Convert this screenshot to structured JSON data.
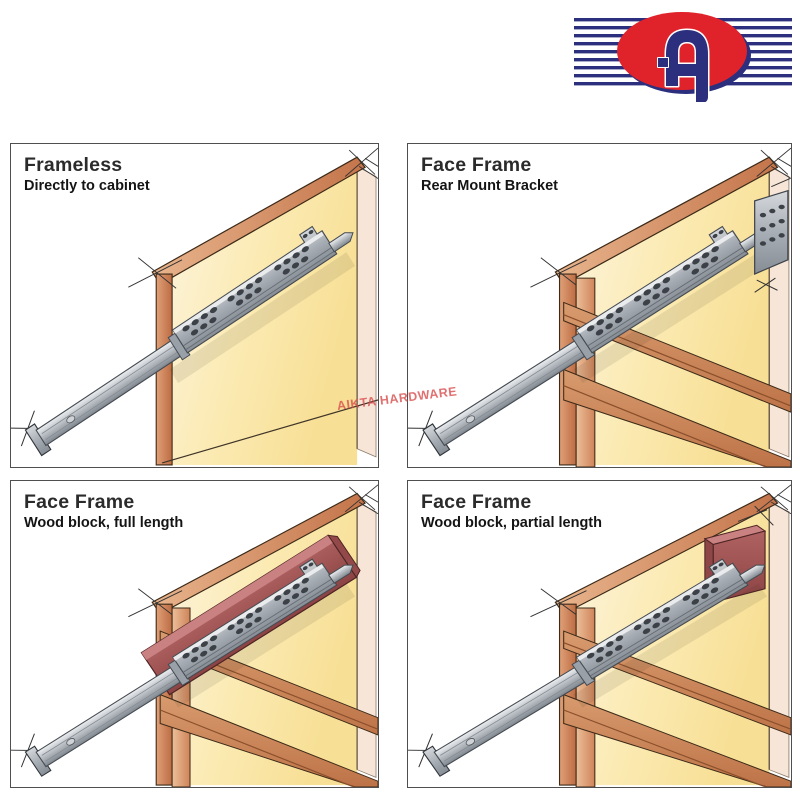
{
  "page": {
    "background_color": "#ffffff"
  },
  "brand": {
    "logo": {
      "name": "aikta-logo",
      "letter": "A",
      "red": "#e0232b",
      "navy": "#2b2f7d",
      "stripe_count": 9
    }
  },
  "watermark": {
    "text": "AIKTA HARDWARE",
    "color": "#d84e4e"
  },
  "panels": [
    {
      "title": "Frameless",
      "subtitle": "Directly to cabinet",
      "variant": "frameless"
    },
    {
      "title": "Face Frame",
      "subtitle": "Rear Mount Bracket",
      "variant": "rear-mount-bracket"
    },
    {
      "title": "Face Frame",
      "subtitle": "Wood block, full length",
      "variant": "wood-block-full-length"
    },
    {
      "title": "Face Frame",
      "subtitle": "Wood block, partial length",
      "variant": "wood-block-partial-length"
    }
  ],
  "illustration_colors": {
    "cabinet_panel_yellow": "#f9e6a4",
    "cabinet_back_edge": "#f7e6d8",
    "wood_frame_brown": "#c77c50",
    "slide_metal_gray": "#aab0b7",
    "slide_hole_dark": "#3c4147",
    "wood_block_maroon": "#9c5050",
    "sketch_outline": "#3c2a18"
  }
}
